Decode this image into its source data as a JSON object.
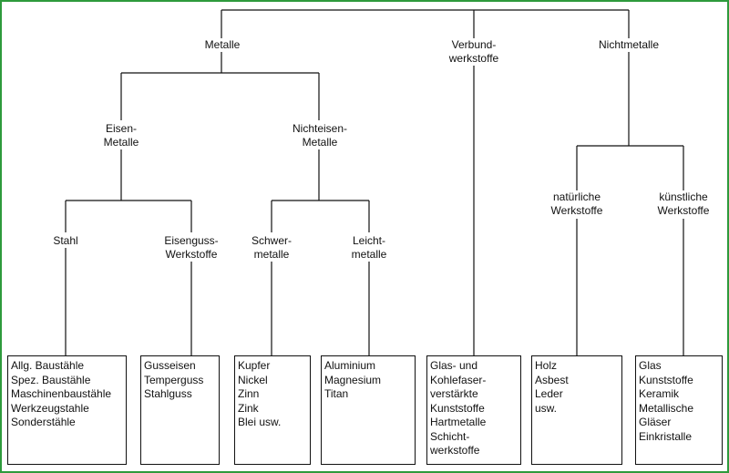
{
  "diagram": {
    "nodes": {
      "metalle": [
        "Metalle"
      ],
      "verbundwerkstoffe": [
        "Verbund-",
        "werkstoffe"
      ],
      "nichtmetalle": [
        "Nichtmetalle"
      ],
      "eisenmetalle": [
        "Eisen-",
        "Metalle"
      ],
      "nichteisenmetalle": [
        "Nichteisen-",
        "Metalle"
      ],
      "stahl": [
        "Stahl"
      ],
      "eisenguss": [
        "Eisenguss-",
        "Werkstoffe"
      ],
      "schwermetalle": [
        "Schwer-",
        "metalle"
      ],
      "leichtmetalle": [
        "Leicht-",
        "metalle"
      ],
      "natuerliche": [
        "natürliche",
        "Werkstoffe"
      ],
      "kuenstliche": [
        "künstliche",
        "Werkstoffe"
      ]
    },
    "boxes": {
      "stahl": [
        "Allg. Baustähle",
        "Spez. Baustähle",
        "Maschinenbaustähle",
        "Werkzeugstahle",
        "Sonderstähle"
      ],
      "eisenguss": [
        "Gusseisen",
        "Temperguss",
        "Stahlguss"
      ],
      "schwer": [
        "Kupfer",
        "Nickel",
        "Zinn",
        "Zink",
        "Blei usw."
      ],
      "leicht": [
        "Aluminium",
        "Magnesium",
        "Titan"
      ],
      "verbund": [
        "Glas- und",
        "Kohlefaser-",
        "verstärkte",
        "Kunststoffe",
        "Hartmetalle",
        "Schicht-",
        "werkstoffe"
      ],
      "natuerlich": [
        "Holz",
        "Asbest",
        "Leder",
        "usw."
      ],
      "kuenstlich": [
        "Glas",
        "Kunststoffe",
        "Keramik",
        "Metallische",
        "Gläser",
        "Einkristalle"
      ]
    },
    "colors": {
      "frame": "#2e9a3c",
      "line": "#111111"
    }
  }
}
